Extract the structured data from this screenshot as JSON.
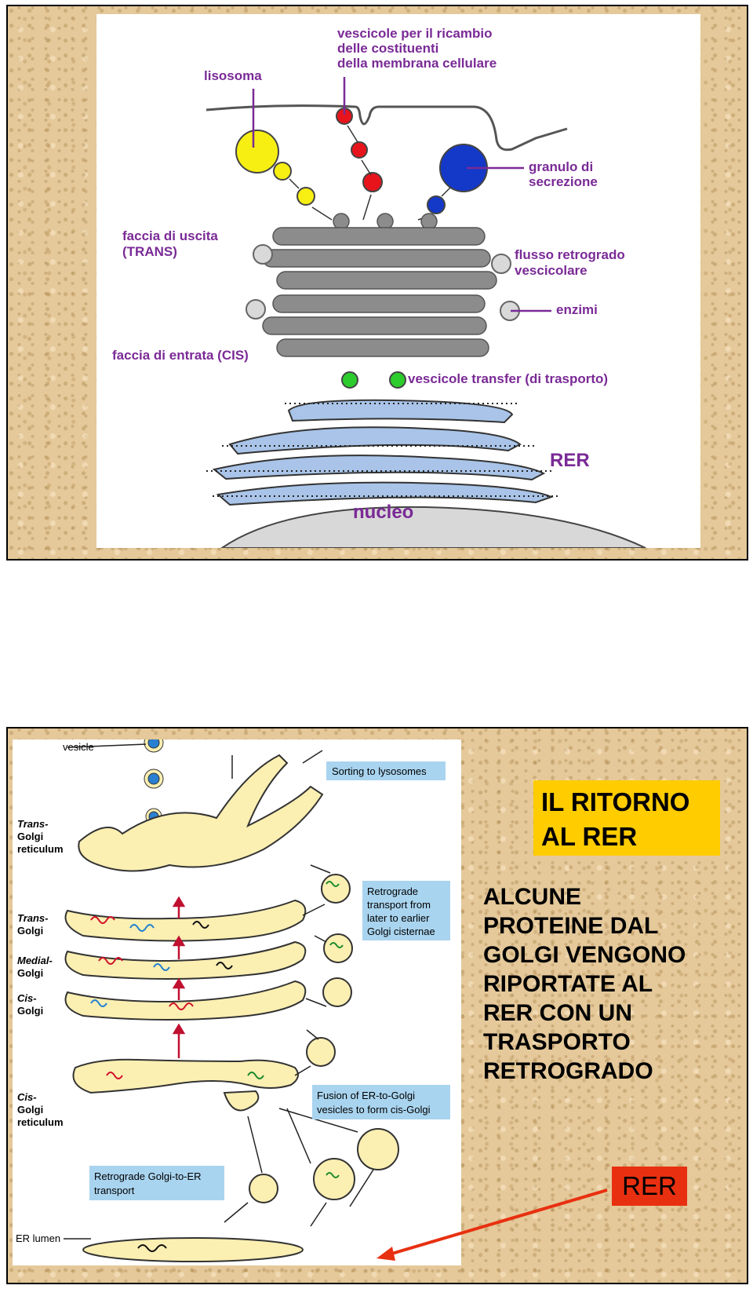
{
  "slide1": {
    "labels": {
      "vescicole_ricambio": [
        "vescicole per il ricambio",
        "delle costituenti",
        "della membrana cellulare"
      ],
      "lisosoma": "lisosoma",
      "granulo": [
        "granulo di",
        "secrezione"
      ],
      "faccia_uscita": [
        "faccia di uscita",
        "(TRANS)"
      ],
      "flusso": [
        "flusso retrogrado",
        "vescicolare"
      ],
      "enzimi": "enzimi",
      "faccia_entrata": "faccia di entrata (CIS)",
      "transfer": "vescicole transfer (di trasporto)",
      "rer": "RER",
      "nucleo": "nucleo"
    },
    "colors": {
      "purple": "#7a2a96",
      "golgi": "#8c8c8c",
      "rer": "#a9c4e8",
      "yellow": "#f7ef12",
      "red": "#e8141c",
      "blue": "#1438c8",
      "green": "#2ccc2c"
    }
  },
  "slide2": {
    "figure_labels": {
      "vesicle": "vesicle",
      "trans_reticulum": [
        "Trans-",
        "Golgi",
        "reticulum"
      ],
      "trans_golgi": [
        "Trans-",
        "Golgi"
      ],
      "medial_golgi": [
        "Medial-",
        "Golgi"
      ],
      "cis_golgi": [
        "Cis-",
        "Golgi"
      ],
      "cis_reticulum": [
        "Cis-",
        "Golgi",
        "reticulum"
      ],
      "er_lumen": "ER lumen"
    },
    "boxes": {
      "sorting": "Sorting to lysosomes",
      "retrograde": [
        "Retrograde",
        "transport from",
        "later to earlier",
        "Golgi cisternae"
      ],
      "fusion": [
        "Fusion of ER-to-Golgi",
        "vesicles to form cis-Golgi"
      ],
      "retro_er": [
        "Retrograde Golgi-to-ER",
        "transport"
      ]
    },
    "title": [
      "IL RITORNO",
      "AL RER"
    ],
    "body": [
      "ALCUNE",
      "PROTEINE DAL",
      "GOLGI VENGONO",
      "RIPORTATE AL",
      "RER CON UN",
      "TRASPORTO",
      "RETROGRADO"
    ],
    "rer_label": "RER"
  }
}
